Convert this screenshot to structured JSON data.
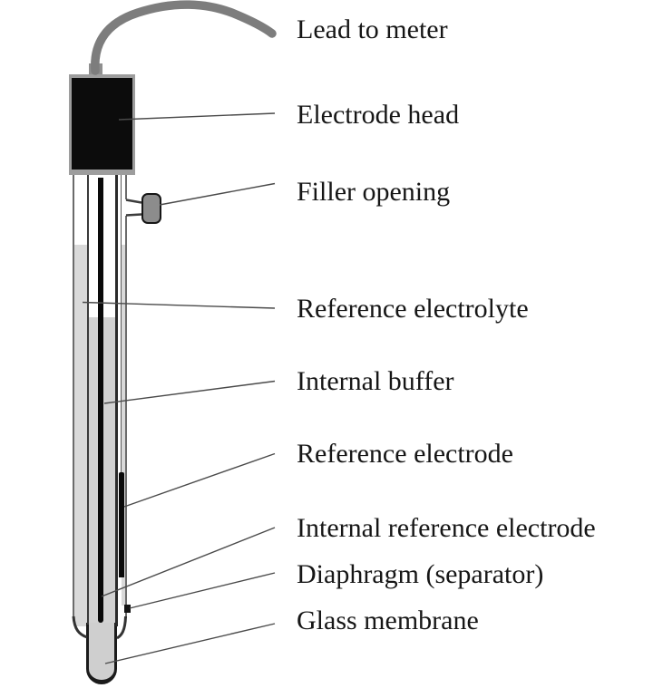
{
  "diagram": {
    "labels": {
      "lead_to_meter": "Lead to meter",
      "electrode_head": "Electrode head",
      "filler_opening": "Filler opening",
      "reference_electrolyte": "Reference electrolyte",
      "internal_buffer": "Internal buffer",
      "reference_electrode": "Reference electrode",
      "internal_reference_electrode": "Internal reference electrode",
      "diaphragm": "Diaphragm (separator)",
      "glass_membrane": "Glass membrane"
    }
  },
  "colors": {
    "cable": "#7d7d7d",
    "head_fill": "#0c0c0c",
    "head_trim": "#9d9d9d",
    "tube_wall": "#6b6b6b",
    "electrolyte_fill": "#d9d9d9",
    "buffer_fill": "#d2d2d2",
    "stem_fill": "#cfcfcf",
    "filler_fill": "#8c8c8c",
    "wire": "#0a0a0a",
    "pointer_line": "#4a4a4a",
    "text": "#161616",
    "background": "#ffffff"
  }
}
